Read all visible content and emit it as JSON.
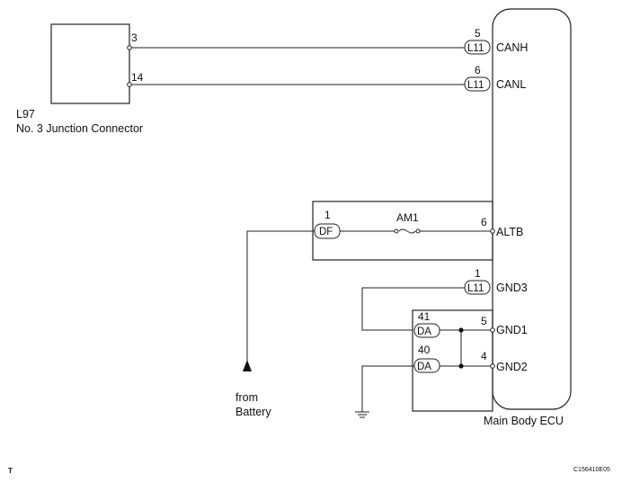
{
  "junction_connector": {
    "code": "L97",
    "name": "No. 3 Junction Connector",
    "pins": [
      "3",
      "14"
    ]
  },
  "ecu": {
    "name": "Main Body ECU",
    "terminals": [
      {
        "pin": "5",
        "connector": "L11",
        "signal": "CANH"
      },
      {
        "pin": "6",
        "connector": "L11",
        "signal": "CANL"
      },
      {
        "pin": "6",
        "signal": "ALTB"
      },
      {
        "pin": "1",
        "connector": "L11",
        "signal": "GND3"
      },
      {
        "pin": "5",
        "signal": "GND1"
      },
      {
        "pin": "4",
        "signal": "GND2"
      }
    ]
  },
  "junction_block": {
    "df_pin": "1",
    "df_connector": "DF",
    "fuse": "AM1",
    "da_pins": [
      {
        "pin": "41",
        "connector": "DA"
      },
      {
        "pin": "40",
        "connector": "DA"
      }
    ]
  },
  "source": {
    "line1": "from",
    "line2": "Battery"
  },
  "footer": {
    "left_mark": "T",
    "figure_code": "C156410E05"
  }
}
